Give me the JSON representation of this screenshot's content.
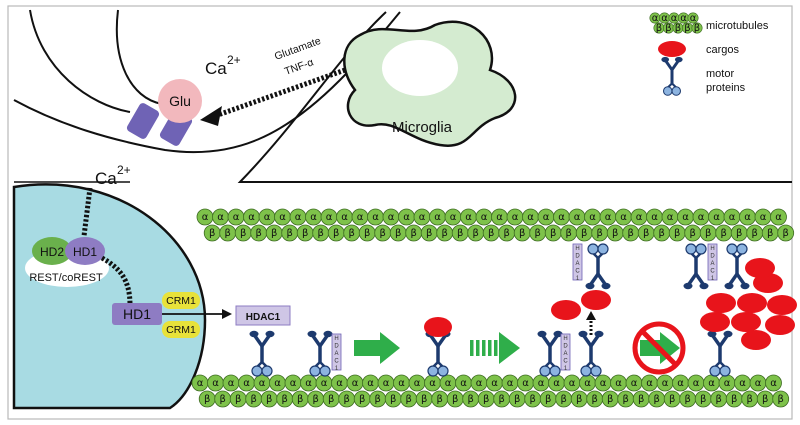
{
  "legend": {
    "microtubules": "microtubules",
    "cargos": "cargos",
    "motor_proteins_line1": "motor",
    "motor_proteins_line2": "proteins",
    "alpha": "α",
    "beta": "β"
  },
  "synapse": {
    "ca_top": "Ca",
    "ca_top_sup": "2+",
    "glu": "Glu",
    "glutamate": "Glutamate",
    "tnf": "TNF-α",
    "microglia": "Microglia"
  },
  "nucleus": {
    "ca": "Ca",
    "ca_sup": "2+",
    "hd2": "HD2",
    "hd1_complex": "HD1",
    "rest": "REST/coREST",
    "hd1": "HD1",
    "crm1_top": "CRM1",
    "crm1_bottom": "CRM1",
    "hdac1": "HDAC1"
  },
  "tag_letters": "HDAC1",
  "colors": {
    "microtubule_green": "#7ec24a",
    "cargo_red": "#e8141b",
    "motor_blue": "#1d3a6e",
    "motor_head": "#8db4e0",
    "nucleus_blue": "#a8dbe3",
    "microglia_green": "#d4ebd0",
    "hd1_purple": "#8e7cc3",
    "hd2_green": "#6ab04c",
    "crm1_yellow": "#e8e23a",
    "receptor_purple": "#6f63b5",
    "glu_pink": "#f2b8bd",
    "arrow_green": "#2fae4a",
    "tag_lavender": "#cfc6e6"
  }
}
